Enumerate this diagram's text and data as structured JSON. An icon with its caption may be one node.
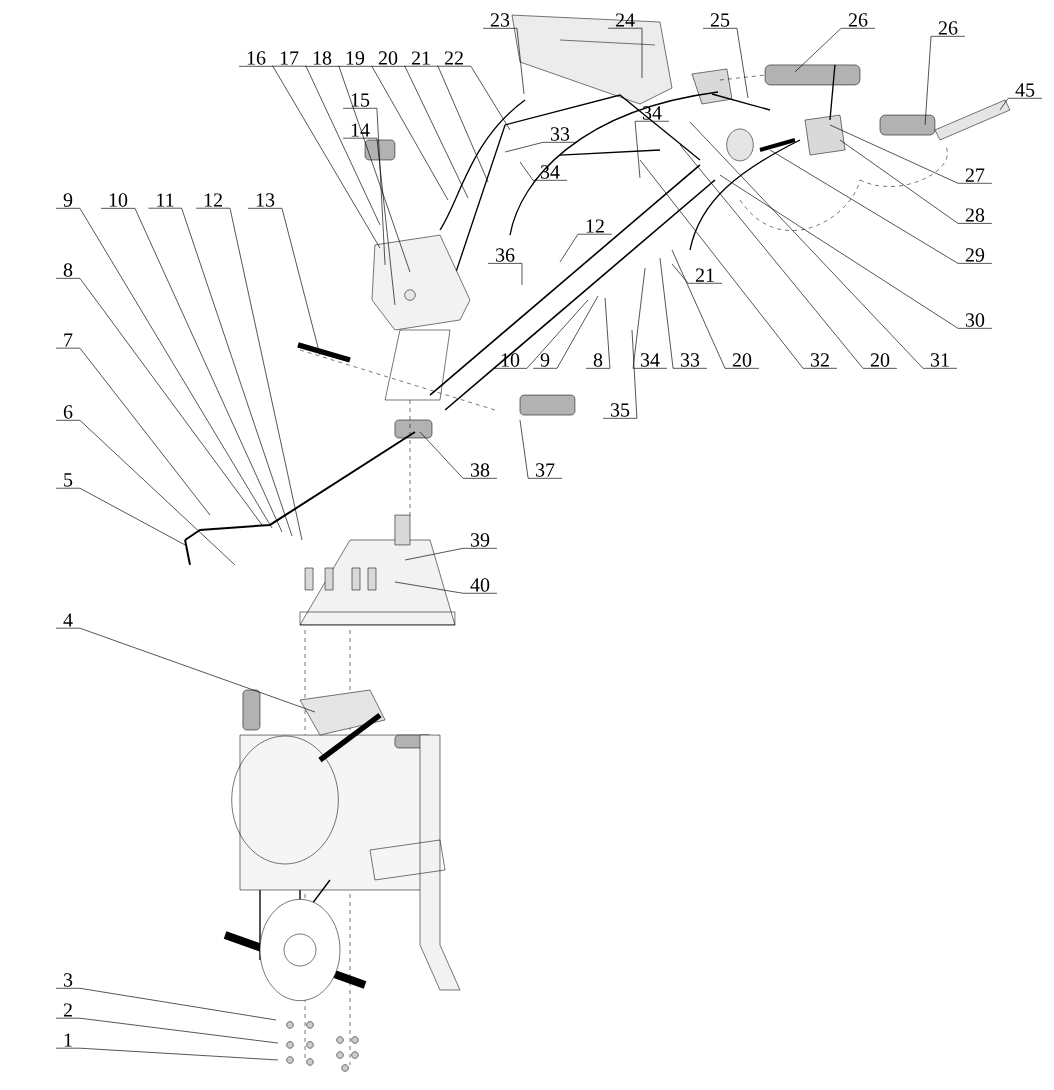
{
  "diagram": {
    "nodes": [
      {
        "text": [
          "1"
        ]
      },
      {
        "text": [
          "2"
        ]
      },
      {
        "text": [
          "3"
        ]
      },
      {
        "text": [
          "4"
        ]
      },
      {
        "text": [
          "5"
        ]
      },
      {
        "text": [
          "6"
        ]
      },
      {
        "text": [
          "7"
        ]
      },
      {
        "text": [
          "8"
        ]
      },
      {
        "text": [
          "9"
        ]
      },
      {
        "text": [
          "10"
        ]
      },
      {
        "text": [
          "11"
        ]
      },
      {
        "text": [
          "12"
        ]
      },
      {
        "text": [
          "13"
        ]
      },
      {
        "text": [
          "14"
        ]
      },
      {
        "text": [
          "15"
        ]
      },
      {
        "text": [
          "16"
        ]
      },
      {
        "text": [
          "17"
        ]
      },
      {
        "text": [
          "18"
        ]
      },
      {
        "text": [
          "19"
        ]
      },
      {
        "text": [
          "20"
        ]
      },
      {
        "text": [
          "21"
        ]
      },
      {
        "text": [
          "22"
        ]
      },
      {
        "text": [
          "23"
        ]
      },
      {
        "text": [
          "24"
        ]
      },
      {
        "text": [
          "25"
        ]
      },
      {
        "text": [
          "26"
        ]
      },
      {
        "text": [
          "26"
        ]
      },
      {
        "text": [
          "45"
        ]
      },
      {
        "text": [
          "27"
        ]
      },
      {
        "text": [
          "28"
        ]
      },
      {
        "text": [
          "29"
        ]
      },
      {
        "text": [
          "30"
        ]
      },
      {
        "text": [
          "33"
        ]
      },
      {
        "text": [
          "34"
        ]
      },
      {
        "text": [
          "34"
        ]
      },
      {
        "text": [
          "12"
        ]
      },
      {
        "text": [
          "36"
        ]
      },
      {
        "text": [
          "21"
        ]
      },
      {
        "text": [
          "10"
        ]
      },
      {
        "text": [
          "9"
        ]
      },
      {
        "text": [
          "8"
        ]
      },
      {
        "text": [
          "34"
        ]
      },
      {
        "text": [
          "33"
        ]
      },
      {
        "text": [
          "20"
        ]
      },
      {
        "text": [
          "32"
        ]
      },
      {
        "text": [
          "20"
        ]
      },
      {
        "text": [
          "31"
        ]
      },
      {
        "text": [
          "35"
        ]
      },
      {
        "text": [
          "38"
        ]
      },
      {
        "text": [
          "37"
        ]
      },
      {
        "text": [
          "39"
        ]
      },
      {
        "text": [
          "40"
        ]
      }
    ],
    "edges": [
      {
        "from": 0,
        "to": null,
        "arrow": "none"
      },
      {
        "from": 1,
        "to": null,
        "arrow": "none"
      },
      {
        "from": 2,
        "to": null,
        "arrow": "none"
      },
      {
        "from": 3,
        "to": null,
        "arrow": "none"
      },
      {
        "from": 4,
        "to": null,
        "arrow": "none"
      },
      {
        "from": 5,
        "to": null,
        "arrow": "none"
      },
      {
        "from": 6,
        "to": null,
        "arrow": "none"
      },
      {
        "from": 7,
        "to": null,
        "arrow": "none"
      },
      {
        "from": 8,
        "to": null,
        "arrow": "none"
      },
      {
        "from": 9,
        "to": null,
        "arrow": "none"
      },
      {
        "from": 10,
        "to": null,
        "arrow": "none"
      },
      {
        "from": 11,
        "to": null,
        "arrow": "none"
      },
      {
        "from": 12,
        "to": null,
        "arrow": "none"
      },
      {
        "from": 13,
        "to": null,
        "arrow": "none"
      },
      {
        "from": 14,
        "to": null,
        "arrow": "none"
      },
      {
        "from": 15,
        "to": null,
        "arrow": "none"
      },
      {
        "from": 16,
        "to": null,
        "arrow": "none"
      },
      {
        "from": 17,
        "to": null,
        "arrow": "none"
      },
      {
        "from": 18,
        "to": null,
        "arrow": "none"
      },
      {
        "from": 19,
        "to": null,
        "arrow": "none"
      },
      {
        "from": 20,
        "to": null,
        "arrow": "none"
      },
      {
        "from": 21,
        "to": null,
        "arrow": "none"
      },
      {
        "from": 22,
        "to": null,
        "arrow": "none"
      },
      {
        "from": 23,
        "to": null,
        "arrow": "none"
      },
      {
        "from": 24,
        "to": null,
        "arrow": "none"
      },
      {
        "from": 25,
        "to": null,
        "arrow": "none"
      },
      {
        "from": 26,
        "to": null,
        "arrow": "none"
      },
      {
        "from": 27,
        "to": null,
        "arrow": "none"
      },
      {
        "from": 28,
        "to": null,
        "arrow": "none"
      },
      {
        "from": 29,
        "to": null,
        "arrow": "none"
      },
      {
        "from": 30,
        "to": null,
        "arrow": "none"
      },
      {
        "from": 31,
        "to": null,
        "arrow": "none"
      },
      {
        "from": 32,
        "to": null,
        "arrow": "none"
      },
      {
        "from": 33,
        "to": null,
        "arrow": "none"
      },
      {
        "from": 34,
        "to": null,
        "arrow": "none"
      },
      {
        "from": 35,
        "to": null,
        "arrow": "none"
      },
      {
        "from": 36,
        "to": null,
        "arrow": "none"
      },
      {
        "from": 37,
        "to": null,
        "arrow": "none"
      },
      {
        "from": 38,
        "to": null,
        "arrow": "none"
      },
      {
        "from": 39,
        "to": null,
        "arrow": "none"
      },
      {
        "from": 40,
        "to": null,
        "arrow": "none"
      },
      {
        "from": 41,
        "to": null,
        "arrow": "none"
      },
      {
        "from": 42,
        "to": null,
        "arrow": "none"
      },
      {
        "from": 43,
        "to": null,
        "arrow": "none"
      },
      {
        "from": 44,
        "to": null,
        "arrow": "none"
      },
      {
        "from": 45,
        "to": null,
        "arrow": "none"
      },
      {
        "from": 46,
        "to": null,
        "arrow": "none"
      },
      {
        "from": 47,
        "to": null,
        "arrow": "none"
      },
      {
        "from": 48,
        "to": null,
        "arrow": "none"
      },
      {
        "from": 49,
        "to": null,
        "arrow": "none"
      },
      {
        "from": 50,
        "to": null,
        "arrow": "none"
      },
      {
        "from": 51,
        "to": null,
        "arrow": "none"
      }
    ]
  }
}
